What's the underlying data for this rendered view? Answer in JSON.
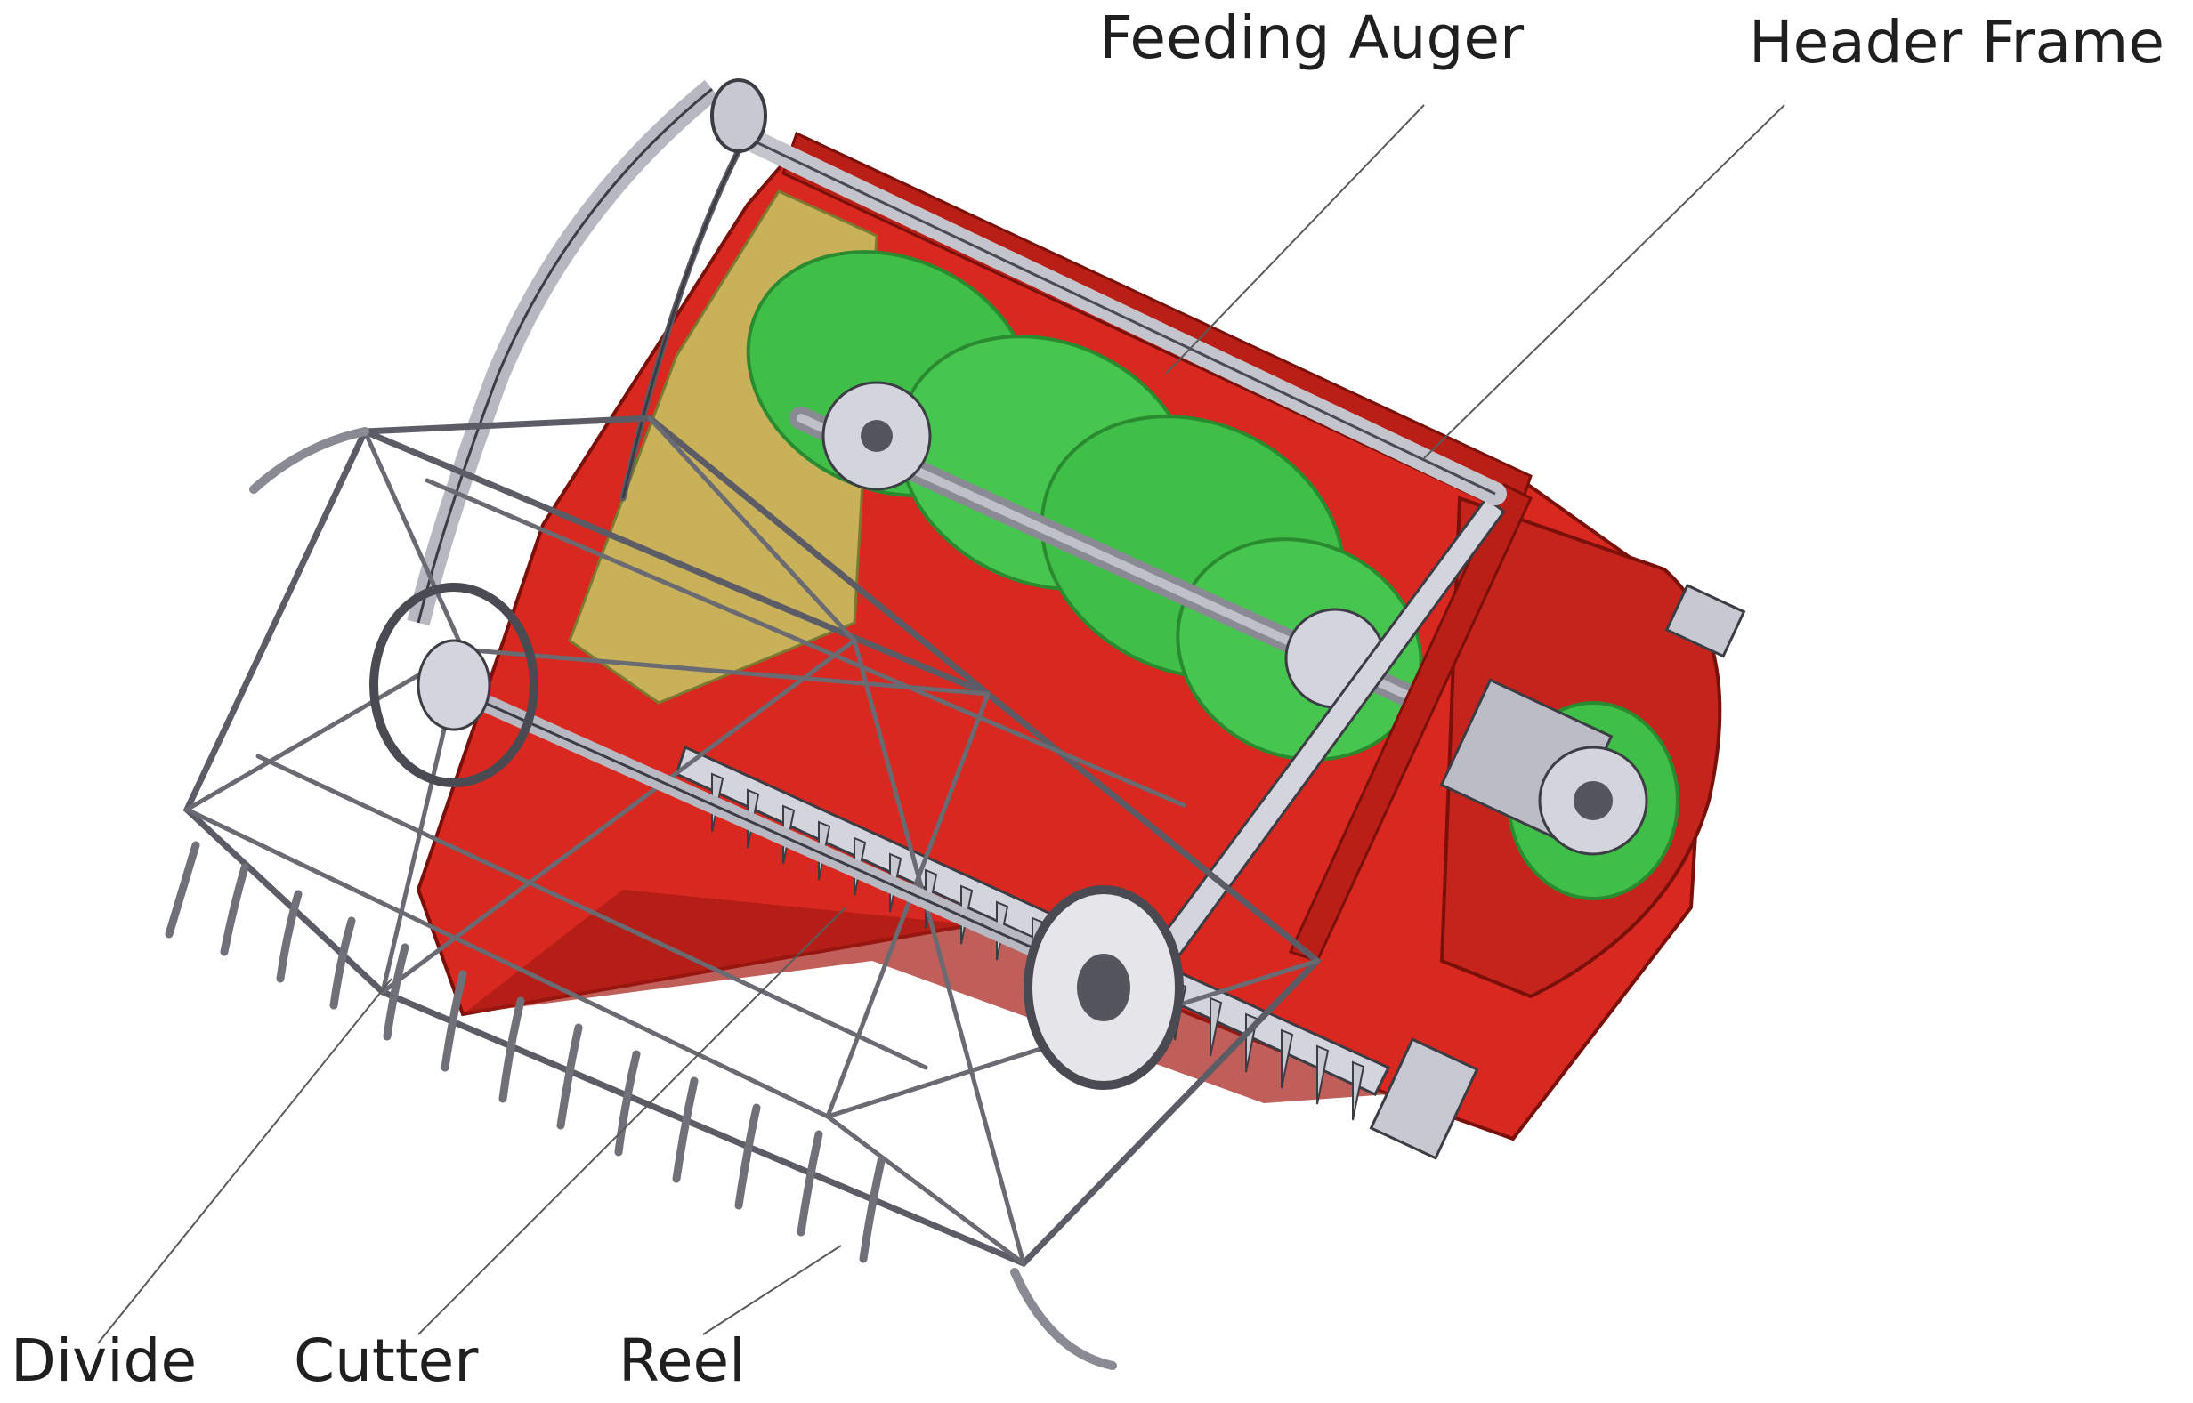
{
  "labels": {
    "feeding_auger": "Feeding Auger",
    "header_frame": "Header Frame",
    "divide": "Divide",
    "cutter": "Cutter",
    "reel": "Reel"
  },
  "colors": {
    "header_body": "#d8281f",
    "header_dark": "#a51a12",
    "auger": "#3fbf48",
    "auger_dark": "#2a8a30",
    "side_panel": "#c8c060",
    "steel": "#d4d4dc",
    "line": "#5a5a5a"
  }
}
